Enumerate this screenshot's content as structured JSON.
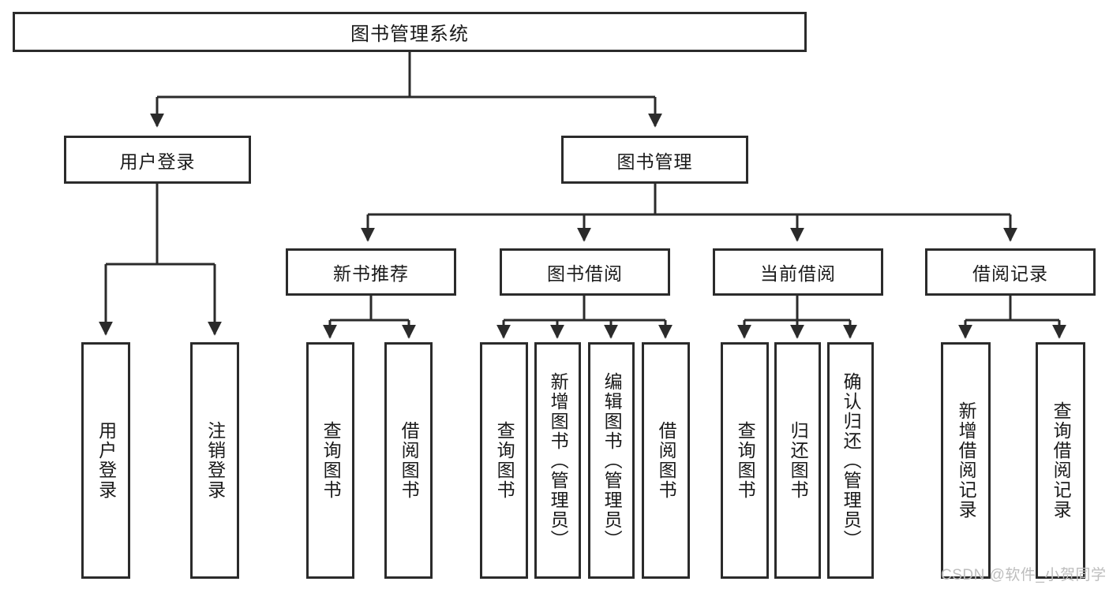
{
  "diagram": {
    "title": "图书管理系统",
    "type": "hierarchy-tree",
    "root": {
      "label": "图书管理系统"
    },
    "level2": [
      {
        "label": "用户登录"
      },
      {
        "label": "图书管理"
      }
    ],
    "level3": [
      {
        "label": "新书推荐"
      },
      {
        "label": "图书借阅"
      },
      {
        "label": "当前借阅"
      },
      {
        "label": "借阅记录"
      }
    ],
    "leaves": {
      "user_login": [
        {
          "label": "用户登录"
        },
        {
          "label": "注销登录"
        }
      ],
      "new_book_recommend": [
        {
          "label": "查询图书"
        },
        {
          "label": "借阅图书"
        }
      ],
      "book_borrow": [
        {
          "label": "查询图书"
        },
        {
          "label": "新增图书（管理员）"
        },
        {
          "label": "编辑图书（管理员）"
        },
        {
          "label": "借阅图书"
        }
      ],
      "current_borrow": [
        {
          "label": "查询图书"
        },
        {
          "label": "归还图书"
        },
        {
          "label": "确认归还（管理员）"
        }
      ],
      "borrow_record": [
        {
          "label": "新增借阅记录"
        },
        {
          "label": "查询借阅记录"
        }
      ]
    },
    "watermark": "CSDN @软件_小贺同学",
    "colors": {
      "border": "#2b2b2b",
      "background": "#ffffff",
      "text": "#1a1a1a",
      "watermark": "#bdbdbd"
    }
  }
}
